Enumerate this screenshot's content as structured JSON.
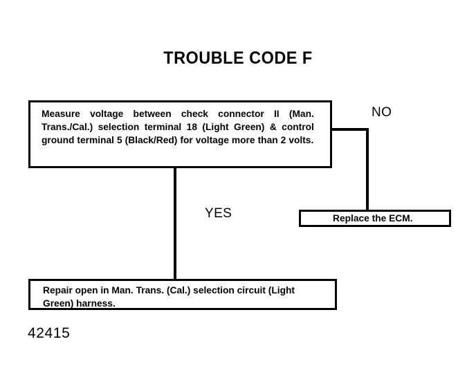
{
  "page": {
    "title": "TROUBLE CODE F",
    "figure_number": "42415",
    "ink_color": "#000000",
    "background_color": "#ffffff"
  },
  "flowchart": {
    "nodes": [
      {
        "id": "measure",
        "type": "decision",
        "text": "Measure voltage between check connector II (Man. Trans./Cal.) selection terminal 18 (Light Green) & control ground terminal 5 (Black/Red) for voltage more than 2 volts."
      },
      {
        "id": "replace-ecm",
        "type": "action",
        "text": "Replace the ECM."
      },
      {
        "id": "repair-open",
        "type": "action",
        "text": "Repair open in Man. Trans. (Cal.) selection circuit (Light Green) harness."
      }
    ],
    "branches": [
      {
        "id": "yes",
        "label": "YES",
        "from": "measure",
        "to": "repair-open"
      },
      {
        "id": "no",
        "label": "NO",
        "from": "measure",
        "to": "replace-ecm"
      }
    ]
  }
}
